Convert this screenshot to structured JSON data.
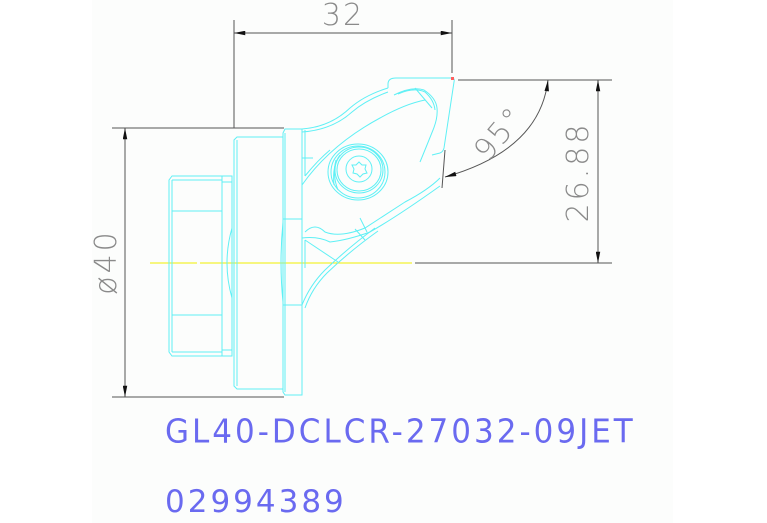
{
  "drawing": {
    "type": "tool holder technical drawing",
    "colors": {
      "geometry": "#5ff0f5",
      "dimension": "#555555",
      "dimension_text": "#8a8a8a",
      "centerline": "#f0f000",
      "label": "#6a6af0",
      "tip_marker": "#ff6060",
      "sheet_background": "#fcfdfc"
    },
    "dimensions": {
      "width": {
        "value": "32",
        "orientation": "horizontal"
      },
      "height": {
        "value": "26.88",
        "orientation": "vertical"
      },
      "diameter": {
        "value": "ø40",
        "orientation": "vertical"
      },
      "angle": {
        "value": "95°",
        "orientation": "arc"
      }
    },
    "labels": {
      "part_number": "GL40-DCLCR-27032-09JET",
      "order_code": "02994389"
    }
  }
}
